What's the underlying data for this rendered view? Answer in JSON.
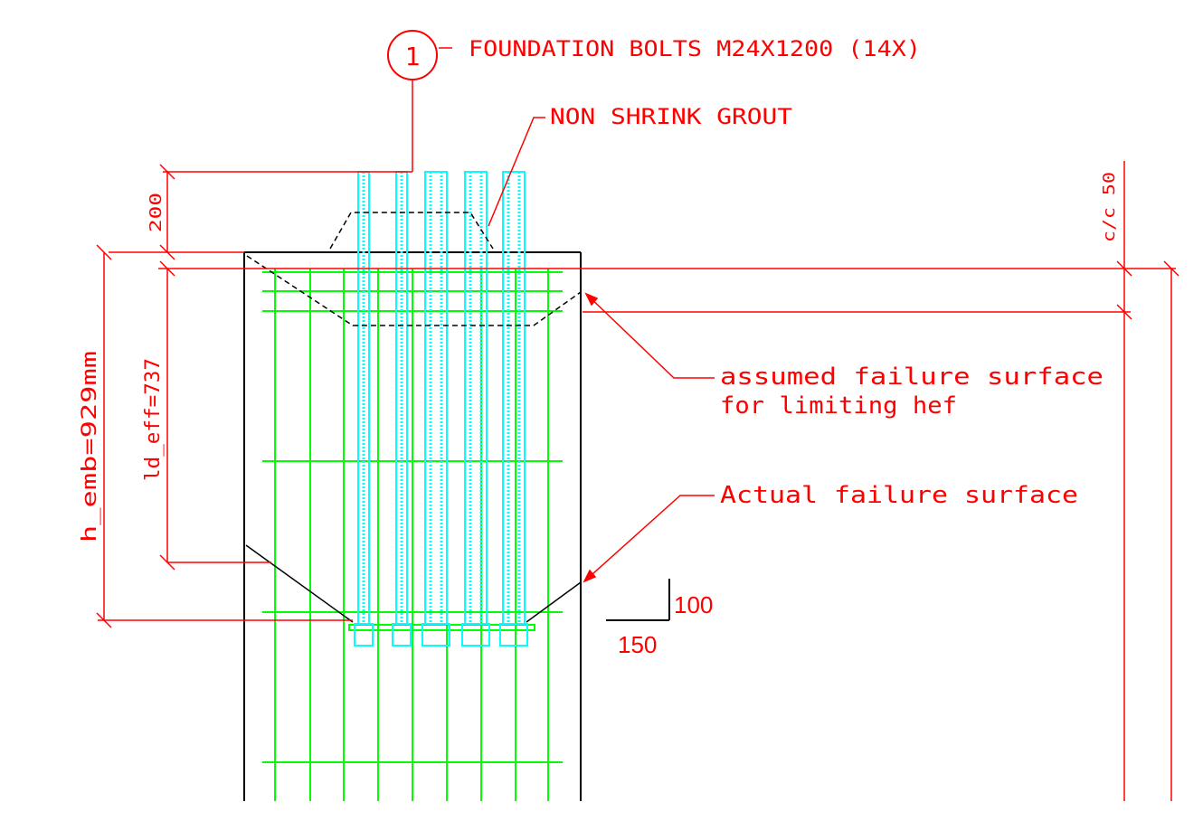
{
  "labels": {
    "callout_number": "1",
    "foundation_bolts": "FOUNDATION BOLTS M24X1200 (14X)",
    "grout": "NON SHRINK GROUT",
    "dim_200": "200",
    "dim_cc50": "c/c 50",
    "dim_h_emb": "h_emb=929mm",
    "dim_ld_eff": "ld_eff=737",
    "assumed_line1": "assumed failure surface",
    "assumed_line2": "for limiting hef",
    "actual": "Actual failure surface",
    "dim_100": "100",
    "dim_150": "150"
  },
  "colors": {
    "dimension": "#ff0000",
    "rebar": "#00ff00",
    "bolt": "#00ffff",
    "outline": "#000000",
    "background": "#ffffff"
  }
}
